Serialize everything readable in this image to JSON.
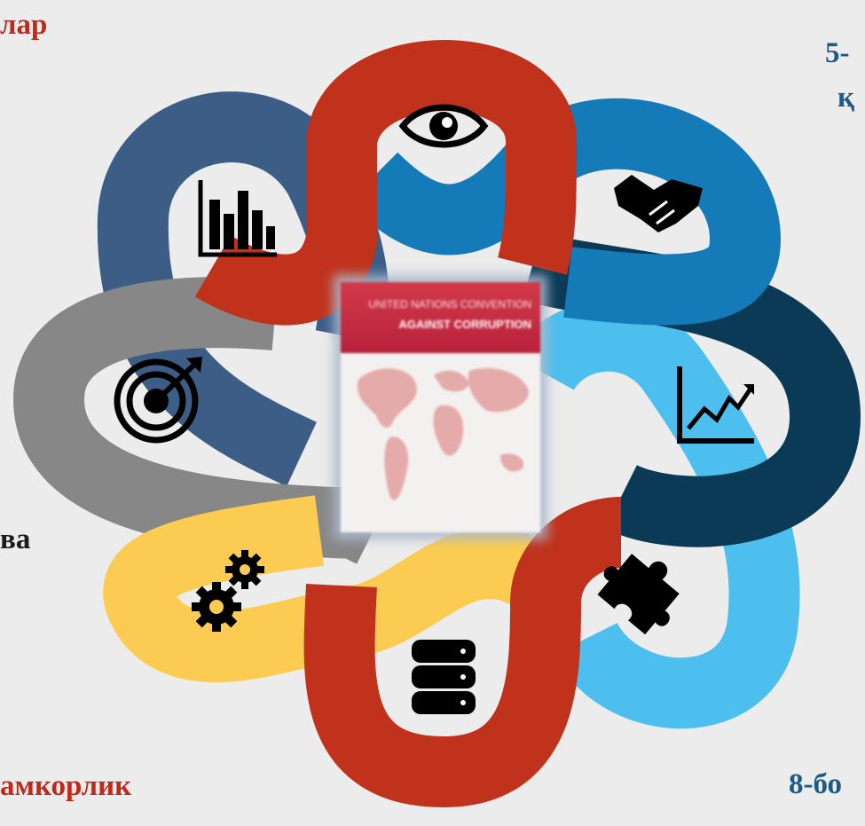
{
  "labels": {
    "top_left": "лар",
    "top_right_line1": "5-",
    "top_right_line2": "қ",
    "middle_left": "ва",
    "bottom_left": "амкорлик",
    "bottom_right": "8-бо"
  },
  "center_image": {
    "line1": "UNITED NATIONS CONVENTION",
    "line2": "AGAINST CORRUPTION"
  },
  "icons": [
    "eye-icon",
    "handshake-icon",
    "line-chart-icon",
    "puzzle-icon",
    "database-icon",
    "gears-icon",
    "target-icon",
    "bar-chart-icon"
  ],
  "colors": {
    "background": "#ececec",
    "loop_red_top": "#c0321c",
    "loop_blue": "#157bb8",
    "loop_navy": "#0a3a55",
    "loop_light_blue": "#4cbfee",
    "loop_red_bottom": "#c0321c",
    "loop_yellow": "#fbcc51",
    "loop_gray": "#878787",
    "loop_slate": "#3c5d86",
    "label_red": "#c02a1b",
    "label_blue": "#1e5a86"
  }
}
